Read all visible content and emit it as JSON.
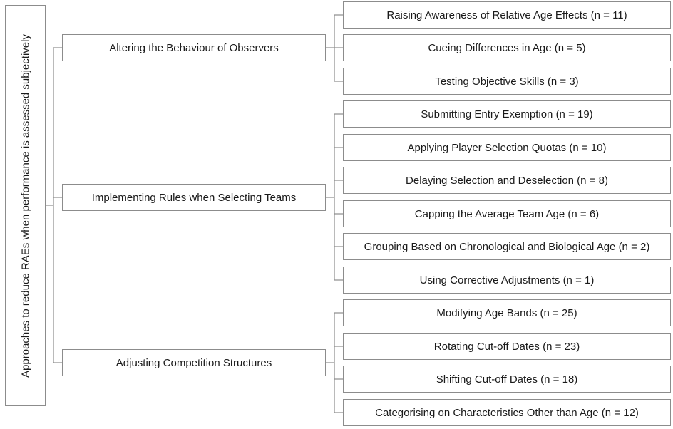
{
  "root": {
    "label": "Approaches to reduce RAEs when performance is assessed subjectively"
  },
  "categories": [
    {
      "label": "Altering the Behaviour of Observers",
      "items": [
        "Raising Awareness of Relative Age Effects (n = 11)",
        "Cueing Differences in Age (n = 5)",
        "Testing Objective Skills (n = 3)"
      ]
    },
    {
      "label": "Implementing Rules when Selecting Teams",
      "items": [
        "Submitting Entry Exemption (n = 19)",
        "Applying Player Selection Quotas (n = 10)",
        "Delaying Selection and Deselection (n = 8)",
        "Capping the Average Team Age (n = 6)",
        "Grouping Based on Chronological and Biological Age (n = 2)",
        "Using Corrective Adjustments (n = 1)"
      ]
    },
    {
      "label": "Adjusting Competition Structures",
      "items": [
        "Modifying Age Bands (n = 25)",
        "Rotating Cut-off Dates (n = 23)",
        "Shifting Cut-off Dates (n = 18)",
        "Categorising on Characteristics Other than Age (n = 12)"
      ]
    }
  ]
}
